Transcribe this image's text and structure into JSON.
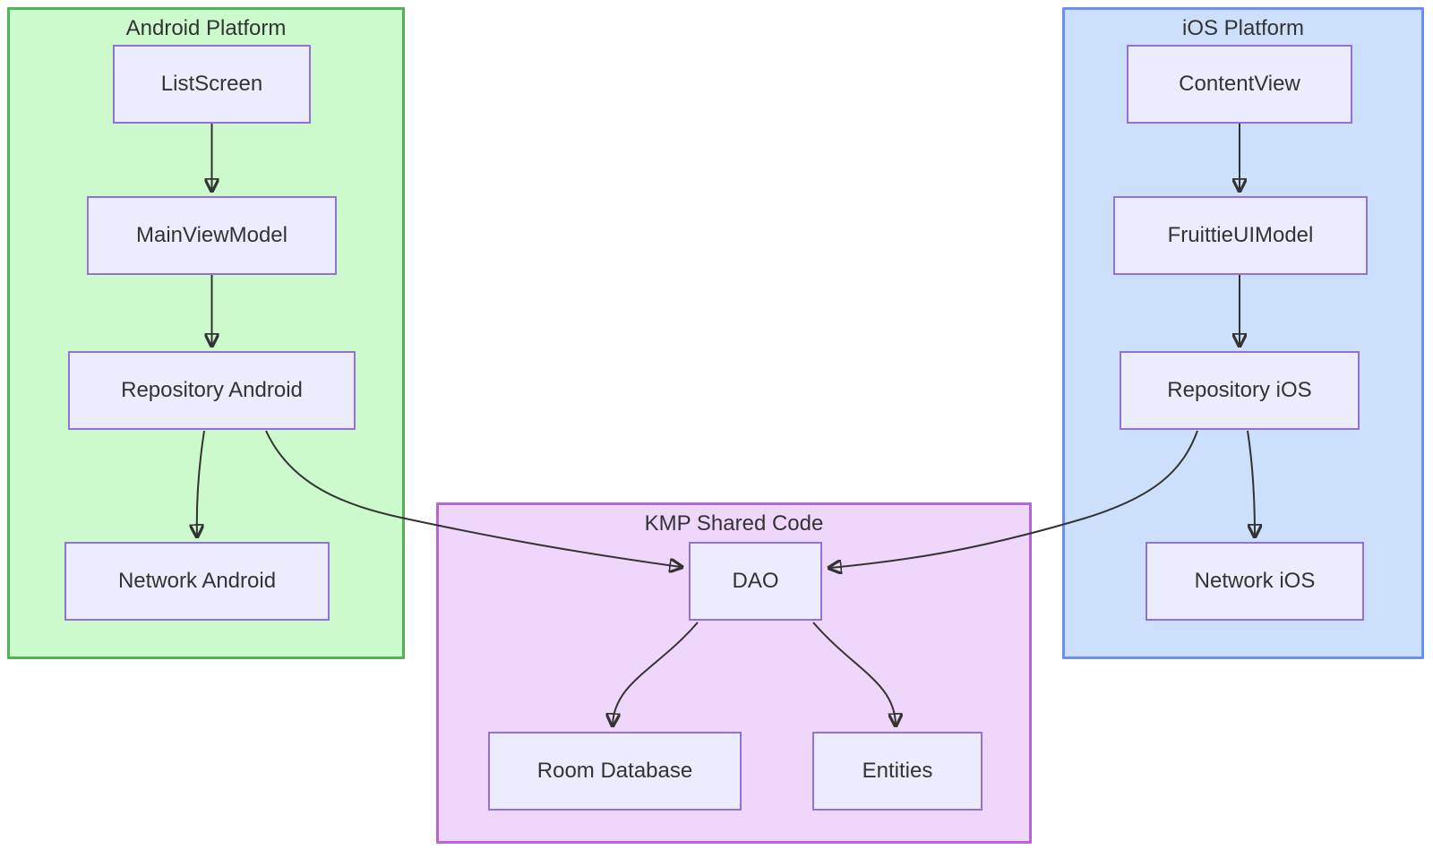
{
  "diagram": {
    "type": "flowchart",
    "containers": {
      "android": {
        "title": "Android Platform",
        "fill": "#ccfacc",
        "border": "#55b155"
      },
      "ios": {
        "title": "iOS Platform",
        "fill": "#cce0fb",
        "border": "#6a91f2"
      },
      "kmp": {
        "title": "KMP Shared Code",
        "fill": "#eed7fa",
        "border": "#b763e6"
      }
    },
    "nodes": {
      "listscreen": {
        "label": "ListScreen",
        "container": "android"
      },
      "mainviewmodel": {
        "label": "MainViewModel",
        "container": "android"
      },
      "repo_android": {
        "label": "Repository Android",
        "container": "android"
      },
      "network_android": {
        "label": "Network Android",
        "container": "android"
      },
      "contentview": {
        "label": "ContentView",
        "container": "ios"
      },
      "fruittieuimodel": {
        "label": "FruittieUIModel",
        "container": "ios"
      },
      "repo_ios": {
        "label": "Repository iOS",
        "container": "ios"
      },
      "network_ios": {
        "label": "Network iOS",
        "container": "ios"
      },
      "dao": {
        "label": "DAO",
        "container": "kmp"
      },
      "room_database": {
        "label": "Room Database",
        "container": "kmp"
      },
      "entities": {
        "label": "Entities",
        "container": "kmp"
      }
    },
    "edges": [
      {
        "from": "ListScreen",
        "to": "MainViewModel"
      },
      {
        "from": "MainViewModel",
        "to": "Repository Android"
      },
      {
        "from": "Repository Android",
        "to": "Network Android"
      },
      {
        "from": "Repository Android",
        "to": "DAO"
      },
      {
        "from": "ContentView",
        "to": "FruittieUIModel"
      },
      {
        "from": "FruittieUIModel",
        "to": "Repository iOS"
      },
      {
        "from": "Repository iOS",
        "to": "Network iOS"
      },
      {
        "from": "Repository iOS",
        "to": "DAO"
      },
      {
        "from": "DAO",
        "to": "Room Database"
      },
      {
        "from": "DAO",
        "to": "Entities"
      }
    ],
    "node_style": {
      "fill": "#ececff",
      "border": "#9370db",
      "text": "#333333"
    },
    "edge_color": "#333333",
    "background": "#ffffff"
  }
}
